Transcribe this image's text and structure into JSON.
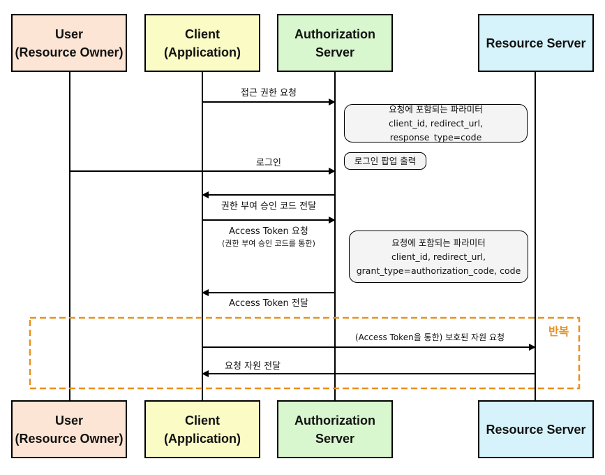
{
  "participants": {
    "user": {
      "line1": "User",
      "line2": "(Resource Owner)"
    },
    "client": {
      "line1": "Client",
      "line2": "(Application)"
    },
    "auth": {
      "line1": "Authorization Server"
    },
    "resource": {
      "line1": "Resource Server"
    }
  },
  "messages": {
    "m1": "접근 권한 요청",
    "m2": "로그인",
    "m3": "권한 부여 승인 코드 전달",
    "m4": "Access Token 요청",
    "m4_sub": "(권한 부여 승인 코드를 통한)",
    "m5": "Access Token 전달",
    "m6": "(Access Token을 통한) 보호된 자원 요청",
    "m7": "요청 자원 전달"
  },
  "notes": {
    "n1": {
      "line1": "요청에 포함되는 파라미터",
      "line2": "client_id, redirect_url, response_type=code"
    },
    "n2": {
      "line1": "로그인 팝업 출력"
    },
    "n3": {
      "line1": "요청에 포함되는 파라미터",
      "line2": "client_id, redirect_url,",
      "line3": "grant_type=authorization_code, code"
    }
  },
  "loop": {
    "label": "반복"
  },
  "colors": {
    "user": "#fde5d5",
    "client": "#fbfbc6",
    "auth": "#d9f7cf",
    "resource": "#d6f3fb",
    "loop_border": "#e8901f",
    "note_fill": "#f4f4f4"
  }
}
